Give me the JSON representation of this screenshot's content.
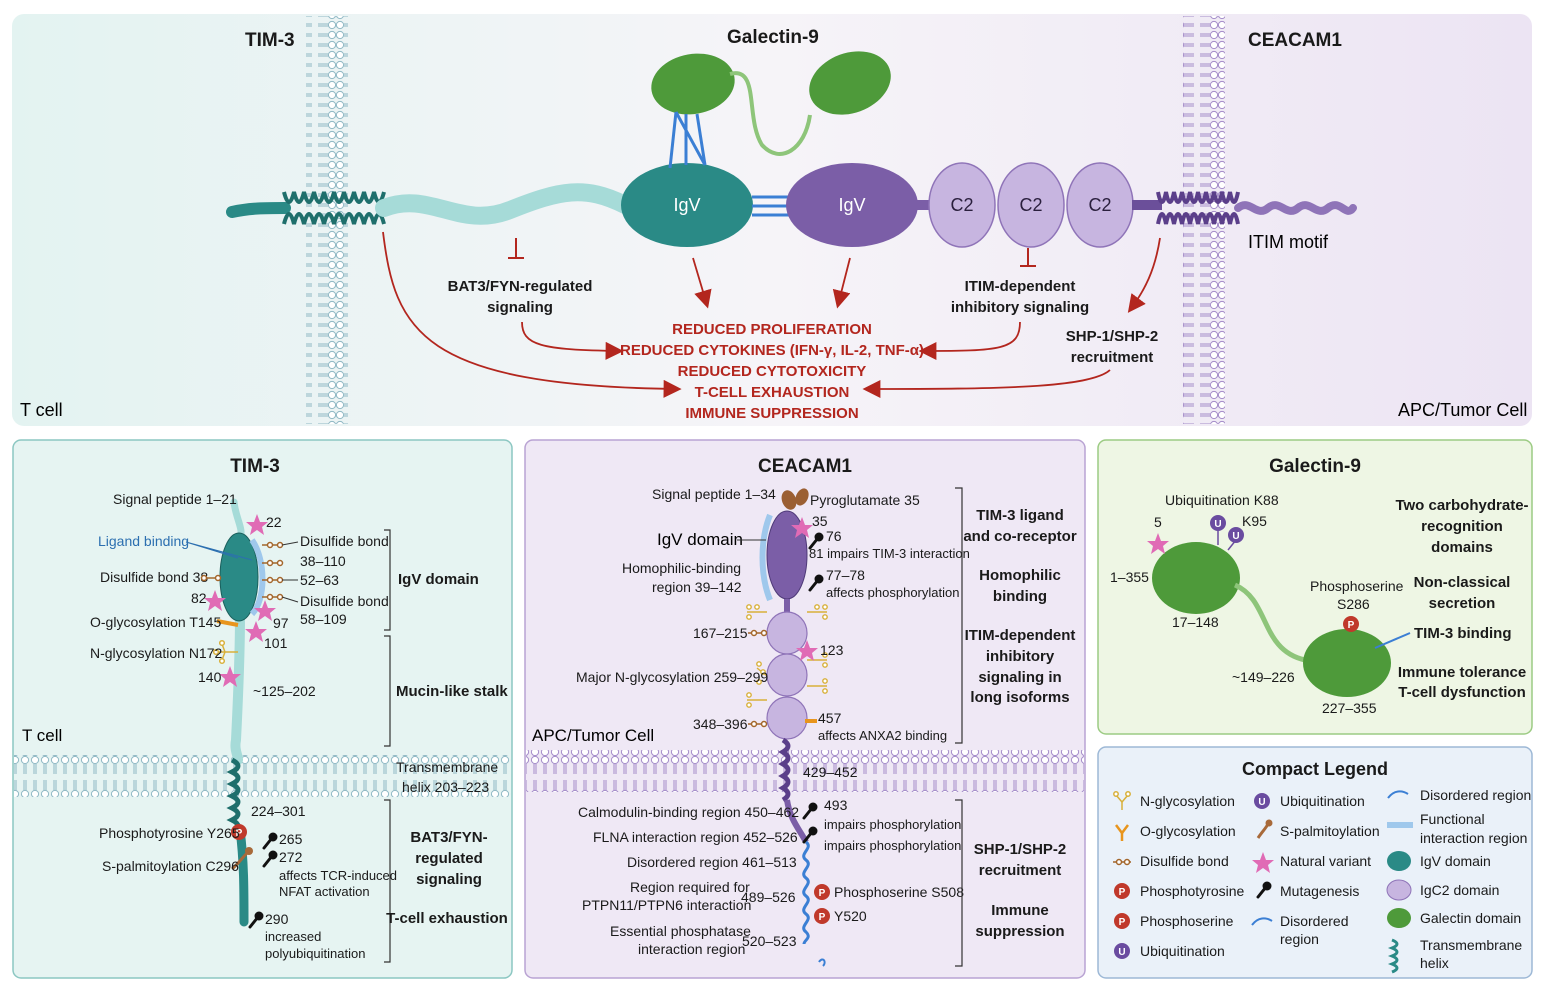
{
  "top": {
    "tim3_title": "TIM-3",
    "galectin_title": "Galectin-9",
    "ceacam_title": "CEACAM1",
    "t_cell": "T cell",
    "apc_cell": "APC/Tumor Cell",
    "igv": "IgV",
    "c2": "C2",
    "itim_motif": "ITIM motif",
    "bat3_l1": "BAT3/FYN-regulated",
    "bat3_l2": "signaling",
    "itim_dep_l1": "ITIM-dependent",
    "itim_dep_l2": "inhibitory signaling",
    "shp_l1": "SHP-1/SHP-2",
    "shp_l2": "recruitment",
    "outcomes": [
      "REDUCED PROLIFERATION",
      "REDUCED CYTOKINES (IFN-γ, IL-2, TNF-α)",
      "REDUCED CYTOTOXICITY",
      "T-CELL EXHAUSTION",
      "IMMUNE SUPPRESSION"
    ]
  },
  "tim3": {
    "title": "TIM-3",
    "signal_peptide": "Signal peptide 1–21",
    "ligand_binding": "Ligand binding",
    "disulfide_38_110_l1": "Disulfide bond",
    "disulfide_38_110_l2": "38–110",
    "range_52_63": "52–63",
    "disulfide_58_109_l1": "Disulfide bond",
    "disulfide_58_109_l2": "58–109",
    "disulfide_38": "Disulfide bond 38",
    "v22": "22",
    "v82": "82",
    "v97": "97",
    "v101": "101",
    "v140": "140",
    "o_glyc": "O-glycosylation T145",
    "n_glyc": "N-glycosylation N172",
    "range_125_202": "~125–202",
    "igv_domain": "IgV domain",
    "mucin_stalk": "Mucin-like stalk",
    "t_cell": "T cell",
    "tm_l1": "Transmembrane",
    "tm_l2": "helix 203–223",
    "range_224_301": "224–301",
    "phospho_y265": "Phosphotyrosine Y265",
    "palm_c296": "S-palmitoylation C296",
    "m265": "265",
    "m272": "272",
    "m272_n1": "affects TCR-induced",
    "m272_n2": "NFAT activation",
    "m290": "290",
    "m290_n1": "increased",
    "m290_n2": "polyubiquitination",
    "bat3_l1": "BAT3/FYN-",
    "bat3_l2": "regulated",
    "bat3_l3": "signaling",
    "exhaustion": "T-cell exhaustion",
    "p_letter": "P"
  },
  "ceacam": {
    "title": "CEACAM1",
    "signal_peptide": "Signal peptide 1–34",
    "pyroglutamate": "Pyroglutamate 35",
    "v35": "35",
    "igv_domain": "IgV domain",
    "m76": "76",
    "m81": "81 impairs TIM-3 interaction",
    "homophilic_l1": "Homophilic-binding",
    "homophilic_l2": "region 39–142",
    "m77_78": "77–78",
    "m77_78_note": "affects phosphorylation",
    "range_167_215": "167–215",
    "v123": "123",
    "major_nglyc": "Major N-glycosylation 259–299",
    "range_348_396": "348–396",
    "m457": "457",
    "m457_note": "affects ANXA2 binding",
    "apc_cell": "APC/Tumor Cell",
    "range_429_452": "429–452",
    "calmodulin": "Calmodulin-binding region 450–462",
    "flna": "FLNA interaction region 452–526",
    "disordered": "Disordered region 461–513",
    "req_l1": "Region required for",
    "req_l2": "PTPN11/PTPN6 interaction",
    "range_489_526": "489–526",
    "ess_l1": "Essential phosphatase",
    "ess_l2": "interaction region",
    "range_520_523": "520–523",
    "m493": "493",
    "m493_n1": "impairs phosphorylation",
    "m493_n2": "impairs phosphorylation",
    "phospho_s508": "Phosphoserine S508",
    "y520": "Y520",
    "f1_l1": "TIM-3 ligand",
    "f1_l2": "and co-receptor",
    "f2_l1": "Homophilic",
    "f2_l2": "binding",
    "f3_l1": "ITIM-dependent",
    "f3_l2": "inhibitory",
    "f3_l3": "signaling in",
    "f3_l4": "long isoforms",
    "f4_l1": "SHP-1/SHP-2",
    "f4_l2": "recruitment",
    "f5_l1": "Immune",
    "f5_l2": "suppression"
  },
  "galectin": {
    "title": "Galectin-9",
    "ubiq_k88": "Ubiquitination K88",
    "k95": "K95",
    "v5": "5",
    "range_1_355": "1–355",
    "range_17_148": "17–148",
    "phosphoserine_l1": "Phosphoserine",
    "phosphoserine_l2": "S286",
    "range_149_226": "~149–226",
    "range_227_355": "227–355",
    "tim3_binding": "TIM-3 binding",
    "f1_l1": "Two carbohydrate-",
    "f1_l2": "recognition",
    "f1_l3": "domains",
    "f2_l1": "Non-classical",
    "f2_l2": "secretion",
    "f3_l1": "Immune tolerance",
    "f3_l2": "T-cell dysfunction",
    "u_letter": "U"
  },
  "legend": {
    "title": "Compact Legend",
    "n_glyc": "N-glycosylation",
    "o_glyc": "O-glycosylation",
    "disulfide": "Disulfide bond",
    "phosphotyrosine": "Phosphotyrosine",
    "phosphoserine": "Phosphoserine",
    "ubiquitination": "Ubiquitination",
    "ubiquitination2": "Ubiquitination",
    "s_palm": "S-palmitoylation",
    "natural_variant": "Natural variant",
    "mutagenesis": "Mutagenesis",
    "disordered_l1": "Disordered",
    "disordered_l2": "region",
    "disordered_region": "Disordered region",
    "functional_l1": "Functional",
    "functional_l2": "interaction region",
    "igv_domain": "IgV domain",
    "igc2_domain": "IgC2 domain",
    "galectin_domain": "Galectin domain",
    "tm_l1": "Transmembrane",
    "tm_l2": "helix"
  },
  "colors": {
    "tim3_teal": "#2a8a86",
    "ceacam_purple": "#7b5ea7",
    "c2_lavender": "#c7b5e0",
    "galectin_green": "#4e9a3a",
    "outcome_red": "#b3261e"
  }
}
